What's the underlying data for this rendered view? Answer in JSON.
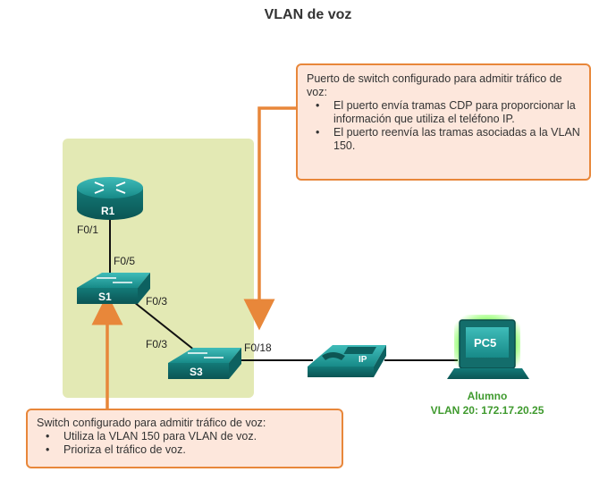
{
  "title": "VLAN de voz",
  "devices": {
    "router": "R1",
    "switch1": "S1",
    "switch3": "S3",
    "pc": "PC5",
    "phone_badge": "IP"
  },
  "ports": {
    "r1_f01": "F0/1",
    "s1_f05": "F0/5",
    "s1_f03": "F0/3",
    "s3_f03": "F0/3",
    "s3_f018": "F0/18"
  },
  "pc_caption": {
    "name": "Alumno",
    "vlan": "VLAN 20: 172.17.20.25"
  },
  "callout_top": {
    "heading": "Puerto de switch configurado para admitir tráfico de voz:",
    "items": [
      "El puerto envía tramas CDP para proporcionar la información que utiliza el teléfono IP.",
      "El puerto reenvía las tramas asociadas a la VLAN 150."
    ]
  },
  "callout_bottom": {
    "heading": "Switch configurado para admitir tráfico de voz:",
    "items": [
      "Utiliza la VLAN 150 para VLAN de voz.",
      "Prioriza el tráfico de voz."
    ]
  },
  "colors": {
    "zone": "#e3e9b4",
    "accent_orange": "#e8873a",
    "device_teal": "#1a8f8e",
    "pc_caption_green": "#3f9a2e"
  }
}
